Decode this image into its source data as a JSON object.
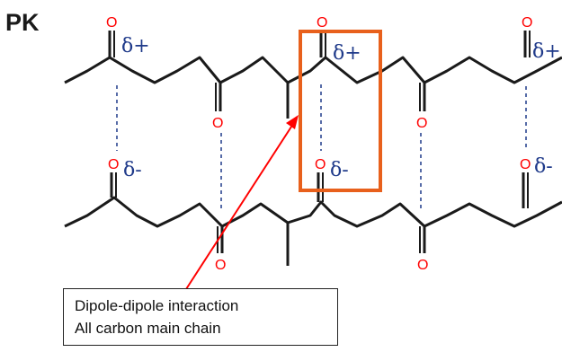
{
  "heading": "PK",
  "atoms": {
    "oxygen": "O"
  },
  "charges": {
    "positive": "δ+",
    "negative": "δ-"
  },
  "callout": {
    "line1": "Dipole-dipole interaction",
    "line2": "All carbon main chain"
  },
  "colors": {
    "bond": "#1a1a1a",
    "oxygen": "#ff0000",
    "charge_text": "#1f3a8a",
    "dipole_line": "#1f3a8a",
    "highlight_box": "#e8601c",
    "arrow": "#ff0000"
  }
}
